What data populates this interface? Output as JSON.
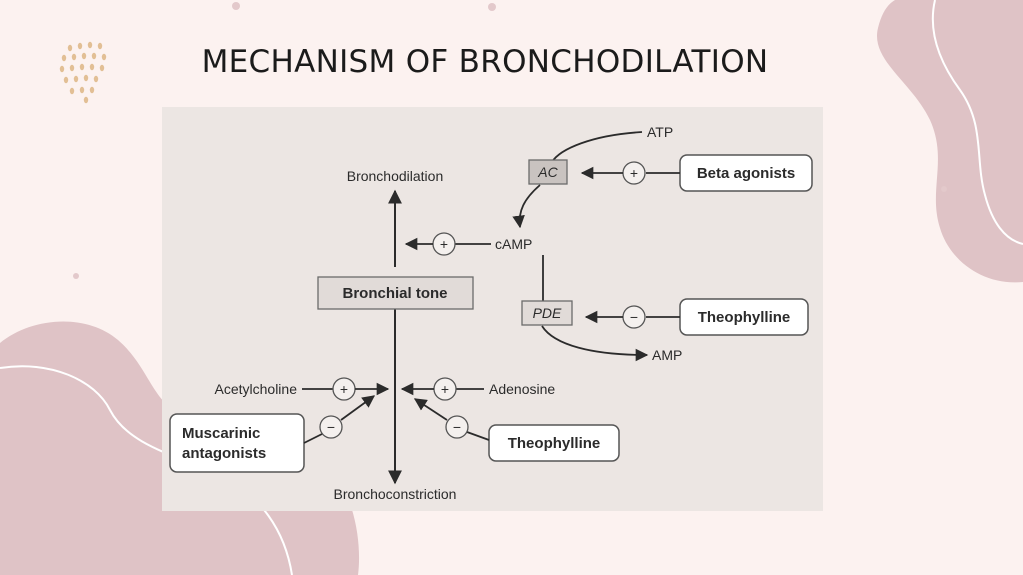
{
  "slide": {
    "title": "MECHANISM OF BRONCHODILATION"
  },
  "diagram": {
    "bronchodilation": "Bronchodilation",
    "bronchoconstriction": "Bronchoconstriction",
    "bronchial_tone": "Bronchial tone",
    "atp": "ATP",
    "ac": "AC",
    "camp": "cAMP",
    "pde": "PDE",
    "amp": "AMP",
    "beta_agonists": "Beta agonists",
    "theophylline_top": "Theophylline",
    "acetylcholine": "Acetylcholine",
    "adenosine": "Adenosine",
    "muscarinic_line1": "Muscarinic",
    "muscarinic_line2": "antagonists",
    "theophylline_bottom": "Theophylline",
    "plus_sign": "+",
    "minus_sign": "−"
  },
  "colors": {
    "background": "#fcf2f0",
    "blob": "#dfc3c6",
    "panel": "#ece6e3",
    "ink": "#2b2b2b",
    "dots": "#e2bf95"
  }
}
